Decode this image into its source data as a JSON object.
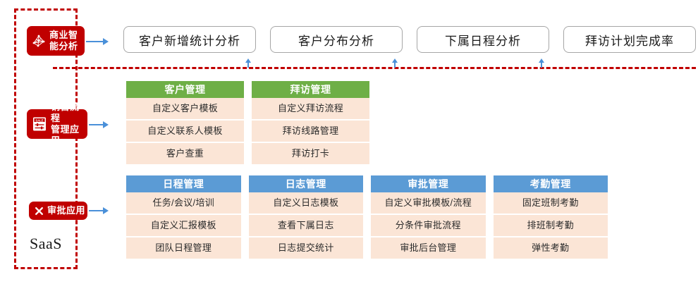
{
  "saas": {
    "label": "SaaS",
    "boundary_color": "#C00000"
  },
  "badges": [
    {
      "id": "business-intelligence",
      "label": "商业智\n能分析",
      "icon": "network-graph-icon",
      "color": "#C00000"
    },
    {
      "id": "sales-process",
      "label": "销售流程\n管理应用",
      "icon": "sale-document-icon",
      "color": "#C00000"
    },
    {
      "id": "approval",
      "label": "审批应用",
      "icon": "cross-icon",
      "color": "#C00000"
    }
  ],
  "analysis_buttons": [
    {
      "label": "客户新增统计分析"
    },
    {
      "label": "客户分布分析"
    },
    {
      "label": "下属日程分析"
    },
    {
      "label": "拜访计划完成率"
    }
  ],
  "module_groups": [
    {
      "id": "sales-modules",
      "accent": "#6EAF46",
      "cards": [
        {
          "title": "客户管理",
          "items": [
            "自定义客户模板",
            "自定义联系人模板",
            "客户查重"
          ]
        },
        {
          "title": "拜访管理",
          "items": [
            "自定义拜访流程",
            "拜访线路管理",
            "拜访打卡"
          ]
        }
      ]
    },
    {
      "id": "approval-modules",
      "accent": "#5B9BD5",
      "cards": [
        {
          "title": "日程管理",
          "items": [
            "任务/会议/培训",
            "自定义汇报模板",
            "团队日程管理"
          ]
        },
        {
          "title": "日志管理",
          "items": [
            "自定义日志模板",
            "查看下属日志",
            "日志提交统计"
          ]
        },
        {
          "title": "审批管理",
          "items": [
            "自定义审批模板/流程",
            "分条件审批流程",
            "审批后台管理"
          ]
        },
        {
          "title": "考勤管理",
          "items": [
            "固定班制考勤",
            "排班制考勤",
            "弹性考勤"
          ]
        }
      ]
    }
  ],
  "colors": {
    "item_background": "#FBE5D6",
    "arrow": "#4A90D9",
    "pill_border": "#a6a6a6"
  }
}
